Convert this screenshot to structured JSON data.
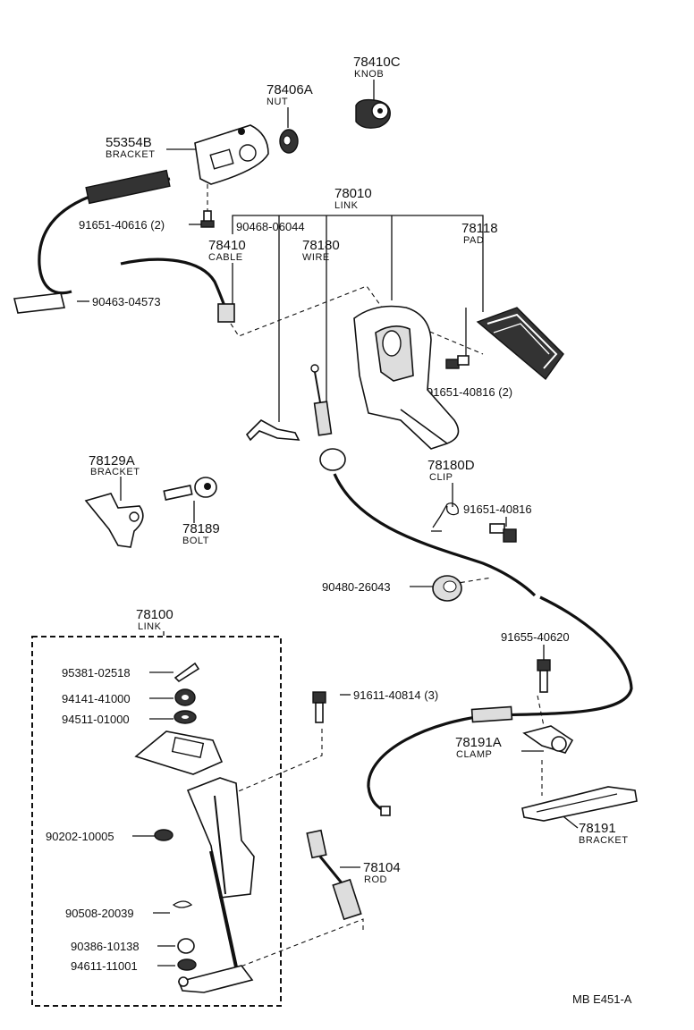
{
  "parts": {
    "p78410C": {
      "number": "78410C",
      "name": "KNOB"
    },
    "p78406A": {
      "number": "78406A",
      "name": "NUT"
    },
    "p55354B": {
      "number": "55354B",
      "name": "BRACKET"
    },
    "p78010": {
      "number": "78010",
      "name": "LINK"
    },
    "p91651_40616": {
      "number": "91651-40616 (2)"
    },
    "p90468_06044": {
      "number": "90468-06044"
    },
    "p78118": {
      "number": "78118",
      "name": "PAD"
    },
    "p78410": {
      "number": "78410",
      "name": "CABLE"
    },
    "p78180": {
      "number": "78180",
      "name": "WIRE"
    },
    "p90463_04573": {
      "number": "90463-04573"
    },
    "p91651_40816_2": {
      "number": "91651-40816 (2)"
    },
    "p78129A": {
      "number": "78129A",
      "name": "BRACKET"
    },
    "p78180D": {
      "number": "78180D",
      "name": "CLIP"
    },
    "p78189": {
      "number": "78189",
      "name": "BOLT"
    },
    "p91651_40816": {
      "number": "91651-40816"
    },
    "p90480_26043": {
      "number": "90480-26043"
    },
    "p78100": {
      "number": "78100",
      "name": "LINK"
    },
    "p91655_40620": {
      "number": "91655-40620"
    },
    "p95381_02518": {
      "number": "95381-02518"
    },
    "p94141_41000": {
      "number": "94141-41000"
    },
    "p91611_40814": {
      "number": "91611-40814 (3)"
    },
    "p94511_01000": {
      "number": "94511-01000"
    },
    "p78191A": {
      "number": "78191A",
      "name": "CLAMP"
    },
    "p90202_10005": {
      "number": "90202-10005"
    },
    "p78191": {
      "number": "78191",
      "name": "BRACKET"
    },
    "p78104": {
      "number": "78104",
      "name": "ROD"
    },
    "p90508_20039": {
      "number": "90508-20039"
    },
    "p90386_10138": {
      "number": "90386-10138"
    },
    "p94611_11001": {
      "number": "94611-11001"
    }
  },
  "footer": {
    "code": "MB  E451-A"
  }
}
